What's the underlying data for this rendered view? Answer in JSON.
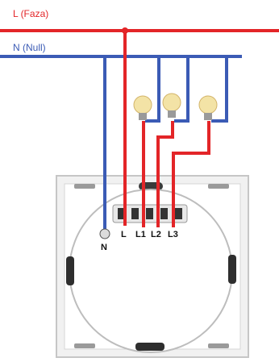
{
  "colors": {
    "phase": "#e32528",
    "neutral": "#3b5bb5",
    "frame": "#cfcfcf",
    "bulb": "#f3e3a6"
  },
  "wires": {
    "phase_label": "L (Faza)",
    "neutral_label": "N (Null)"
  },
  "switch": {
    "terminals": [
      "L",
      "L1",
      "L2",
      "L3"
    ],
    "neutral_terminal": "N"
  },
  "lamps": {
    "count": 3
  }
}
